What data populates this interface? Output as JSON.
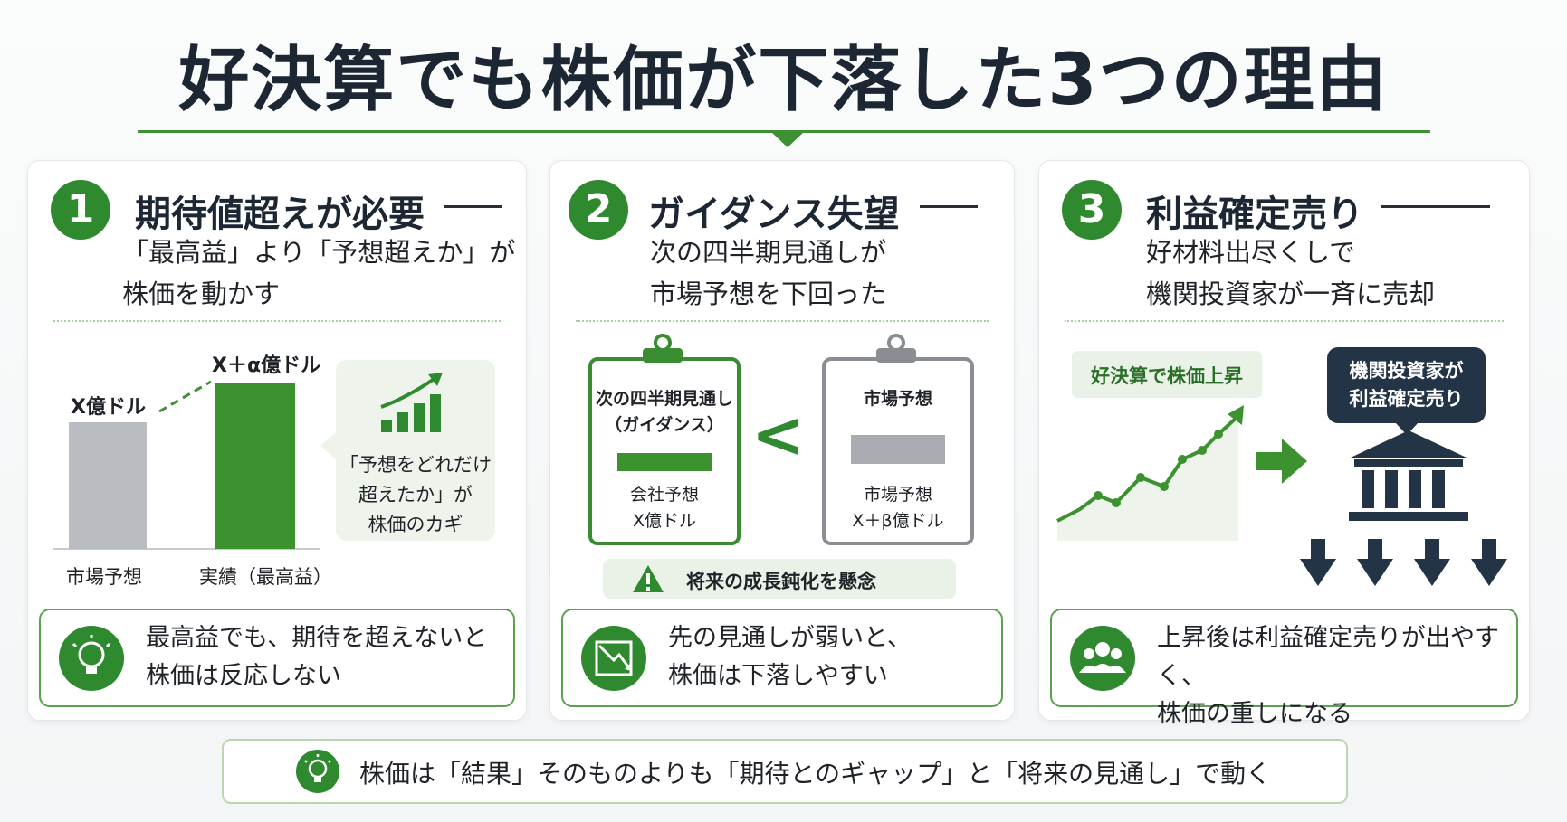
{
  "title": "好決算でも株価が下落した3つの理由",
  "cards": [
    {
      "number": "1",
      "title": "期待値超えが必要",
      "subtitle_lines": [
        "「最高益」より「予想超えか」が",
        "株価を動かす"
      ],
      "chart": {
        "bars": [
          {
            "category": "市場予想",
            "value_label": "X億ドル"
          },
          {
            "category": "実績（最高益）",
            "value_label": "X＋α億ドル"
          }
        ]
      },
      "callout_lines": [
        "「予想をどれだけ",
        "超えたか」が",
        "株価のカギ"
      ],
      "bottom_lines": [
        "最高益でも、期待を超えないと",
        "株価は反応しない"
      ]
    },
    {
      "number": "2",
      "title": "ガイダンス失望",
      "subtitle_lines": [
        "次の四半期見通しが",
        "市場予想を下回った"
      ],
      "left_board": {
        "header_lines": [
          "次の四半期見通し",
          "（ガイダンス）"
        ],
        "body_lines": [
          "会社予想",
          "X億ドル"
        ]
      },
      "comparator": "<",
      "right_board": {
        "header_lines": [
          "市場予想"
        ],
        "body_lines": [
          "市場予想",
          "X＋β億ドル"
        ]
      },
      "warning": "将来の成長鈍化を懸念",
      "bottom_lines": [
        "先の見通しが弱いと、",
        "株価は下落しやすい"
      ]
    },
    {
      "number": "3",
      "title": "利益確定売り",
      "subtitle_lines": [
        "好材料出尽くしで",
        "機関投資家が一斉に売却"
      ],
      "chart_label": "好決算で株価上昇",
      "institution_label_lines": [
        "機関投資家が",
        "利益確定売り"
      ],
      "bottom_lines": [
        "上昇後は利益確定売りが出やすく、",
        "株価の重しになる"
      ]
    }
  ],
  "footer": "株価は「結果」そのものよりも「期待とのギャップ」と「将来の見通し」で動く",
  "colors": {
    "accent": "#2f8a2f",
    "dark": "#1c2733",
    "gray_bar": "#b9bcc0",
    "navy": "#243447"
  },
  "icons": [
    "lightbulb-icon",
    "rising-bars-icon",
    "warning-icon",
    "declining-chart-icon",
    "people-icon",
    "bank-icon",
    "down-arrow-icon"
  ]
}
